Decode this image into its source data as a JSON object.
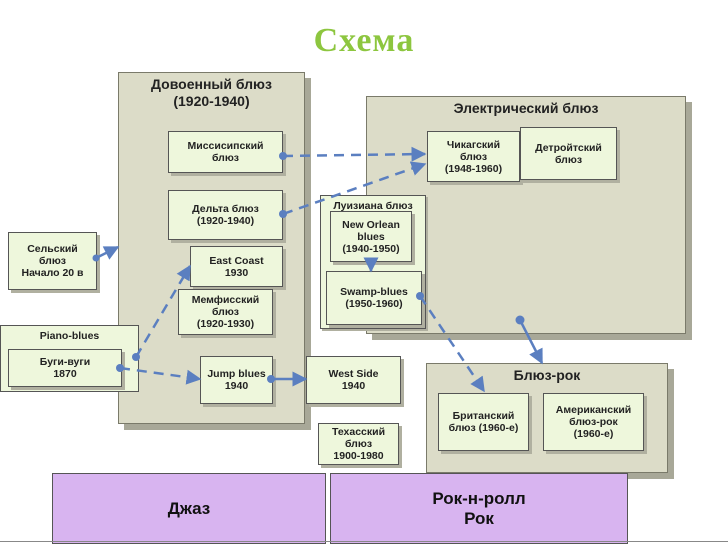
{
  "title": "Схема",
  "groups": {
    "prewar": {
      "title": "Довоенный блюз\n(1920-1940)"
    },
    "electric": {
      "title": "Электрический блюз"
    },
    "louisiana": {
      "title": "Луизиана блюз"
    },
    "bluesrock": {
      "title": "Блюз-рок"
    },
    "pianoblues": {
      "title": "Piano-blues"
    }
  },
  "nodes": {
    "rural": "Сельский\nблюз\nНачало 20 в",
    "mississippi": "Миссисипский\nблюз",
    "delta": "Дельта блюз\n(1920-1940)",
    "eastcoast": "East Coast\n1930",
    "memphis": "Мемфисский\nблюз\n(1920-1930)",
    "boogie": "Буги-вуги\n1870",
    "jump": "Jump blues\n1940",
    "westside": "West Side\n1940",
    "texas": "Техасский\nблюз\n1900-1980",
    "chicago": "Чикагский\nблюз\n(1948-1960)",
    "detroit": "Детройтский\nблюз",
    "neworleans": "New Orlean\nblues\n(1940-1950)",
    "swamp": "Swamp-blues\n(1950-1960)",
    "british": "Британский\nблюз (1960-е)",
    "american": "Американский\nблюз-рок\n(1960-е)"
  },
  "bottom": {
    "jazz": "Джаз",
    "rocknroll": "Рок-н-ролл\nРок"
  },
  "colors": {
    "title": "#8dc63f",
    "group_fill": "#dcdcc8",
    "node_fill": "#eef7dc",
    "arrow": "#5b7fc0",
    "bottom_fill": "#d8b4f0"
  }
}
